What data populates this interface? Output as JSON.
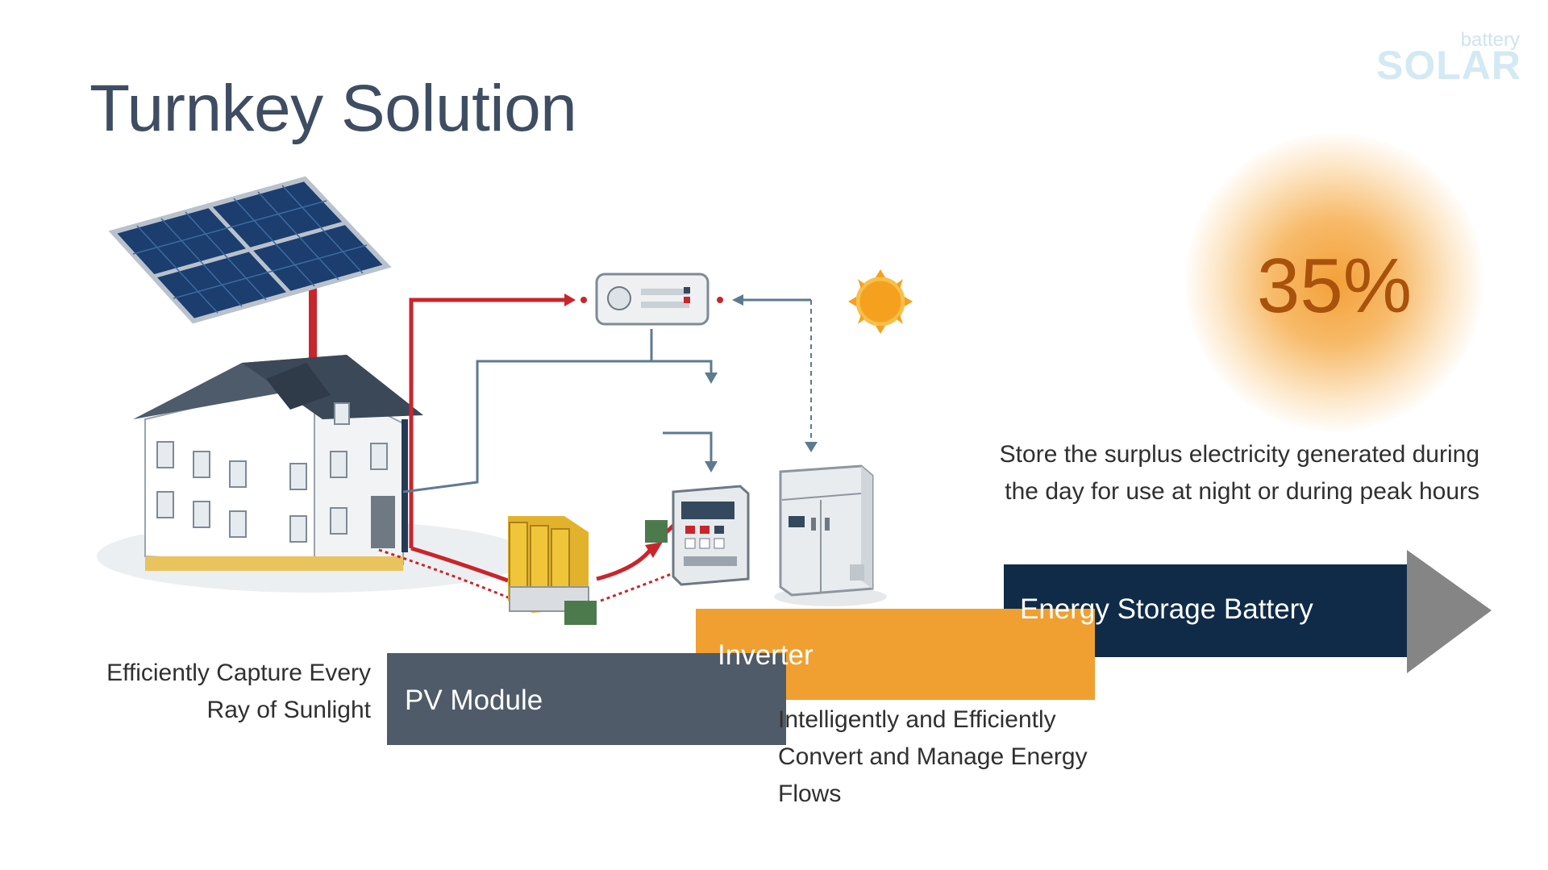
{
  "title": "Turnkey Solution",
  "logo": {
    "small": "battery",
    "big": "SOLAR"
  },
  "stat": {
    "value": "35%"
  },
  "steps": [
    {
      "label": "PV Module",
      "description": "Efficiently Capture Every Ray of Sunlight",
      "color": "#4f5b69"
    },
    {
      "label": "Inverter",
      "description": "Intelligently and Efficiently Convert and Manage Energy Flows",
      "color": "#f0a030"
    },
    {
      "label": "Energy Storage Battery",
      "description": "Store the surplus electricity generated during the day for use at night or during peak hours",
      "color": "#0f2b48"
    }
  ],
  "colors": {
    "title": "#3f4d63",
    "arrow_tip": "#858585",
    "glow": "#f39b2d",
    "percent": "#a9520c"
  },
  "icons": [
    "solar-panel-icon",
    "house-icon",
    "inverter-icon",
    "sun-icon",
    "battery-cabinet-icon",
    "control-cabinet-icon",
    "battery-module-icon"
  ]
}
